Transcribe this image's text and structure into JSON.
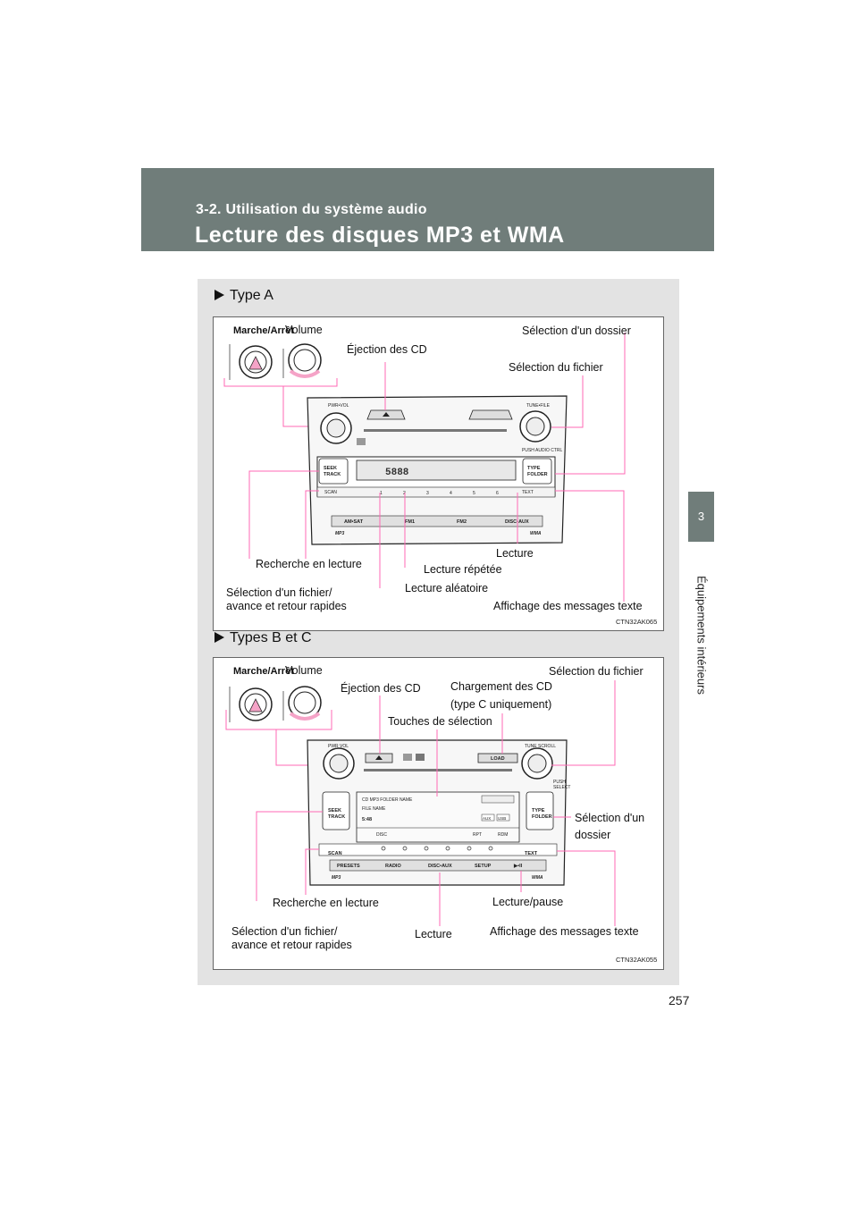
{
  "header": {
    "section": "3-2. Utilisation du système audio",
    "title": "Lecture des disques MP3 et WMA"
  },
  "sidebar": {
    "chapter_number": "3",
    "chapter_title": "Équipements intérieurs"
  },
  "page_number": "257",
  "figure_a": {
    "heading": "Type A",
    "labels": {
      "marche_arret": "Marche/Arrêt",
      "volume": "Volume",
      "ejection": "Éjection des CD",
      "selection_dossier": "Sélection d'un dossier",
      "selection_fichier": "Sélection du fichier",
      "lecture": "Lecture",
      "recherche": "Recherche en lecture",
      "repetee": "Lecture répétée",
      "selection_fichier_avance_1": "Sélection d'un fichier/",
      "selection_fichier_avance_2": "avance et retour rapides",
      "aleatoire": "Lecture aléatoire",
      "affichage_texte": "Affichage des messages texte"
    },
    "unit": {
      "pwr_vol": "PWR•VOL",
      "tune_file": "TUNE•FILE",
      "push_audio_ctrl": "PUSH AUDIO CTRL",
      "seek_track_1": "SEEK",
      "seek_track_2": "TRACK",
      "type_folder_1": "TYPE",
      "type_folder_2": "FOLDER",
      "scan": "SCAN",
      "text": "TEXT",
      "presets": [
        "1",
        "2",
        "3",
        "4",
        "5",
        "6"
      ],
      "bottom_buttons": [
        "AM•SAT",
        "FM1",
        "FM2",
        "DISC•AUX"
      ],
      "display": "5888",
      "mp3": "MP3",
      "wma": "WMA"
    },
    "code": "CTN32AK065"
  },
  "figure_bc": {
    "heading": "Types B et C",
    "labels": {
      "marche_arret": "Marche/Arrêt",
      "volume": "Volume",
      "ejection": "Éjection des CD",
      "chargement_1": "Chargement des CD",
      "chargement_2": "(type C uniquement)",
      "selection_fichier": "Sélection du fichier",
      "touches": "Touches de sélection",
      "selection_dossier_1": "Sélection d'un",
      "selection_dossier_2": "dossier",
      "recherche": "Recherche en lecture",
      "lecture_pause": "Lecture/pause",
      "selection_fichier_avance_1": "Sélection d'un fichier/",
      "selection_fichier_avance_2": "avance et retour rapides",
      "lecture": "Lecture",
      "affichage_texte": "Affichage des messages texte"
    },
    "unit": {
      "pwr_vol": "PWR VOL",
      "tune_scroll": "TUNE SCROLL",
      "push_select_1": "PUSH",
      "push_select_2": "SELECT",
      "load": "LOAD",
      "seek_track_1": "SEEK",
      "seek_track_2": "TRACK",
      "type_folder_1": "TYPE",
      "type_folder_2": "FOLDER",
      "display_line1": "CD MP3 FOLDER NAME",
      "display_line2": "FILE NAME",
      "display_time": "5:48",
      "display_disc": "DISC",
      "display_rpt": "RPT",
      "display_rdm": "RDM",
      "display_aux": "AUX",
      "display_usb": "USB",
      "scan": "SCAN",
      "text": "TEXT",
      "bottom_buttons": [
        "PRESETS",
        "RADIO",
        "DISC•AUX",
        "SETUP",
        "▶•II"
      ],
      "mp3": "MP3",
      "wma": "WMA"
    },
    "code": "CTN32AK055"
  }
}
